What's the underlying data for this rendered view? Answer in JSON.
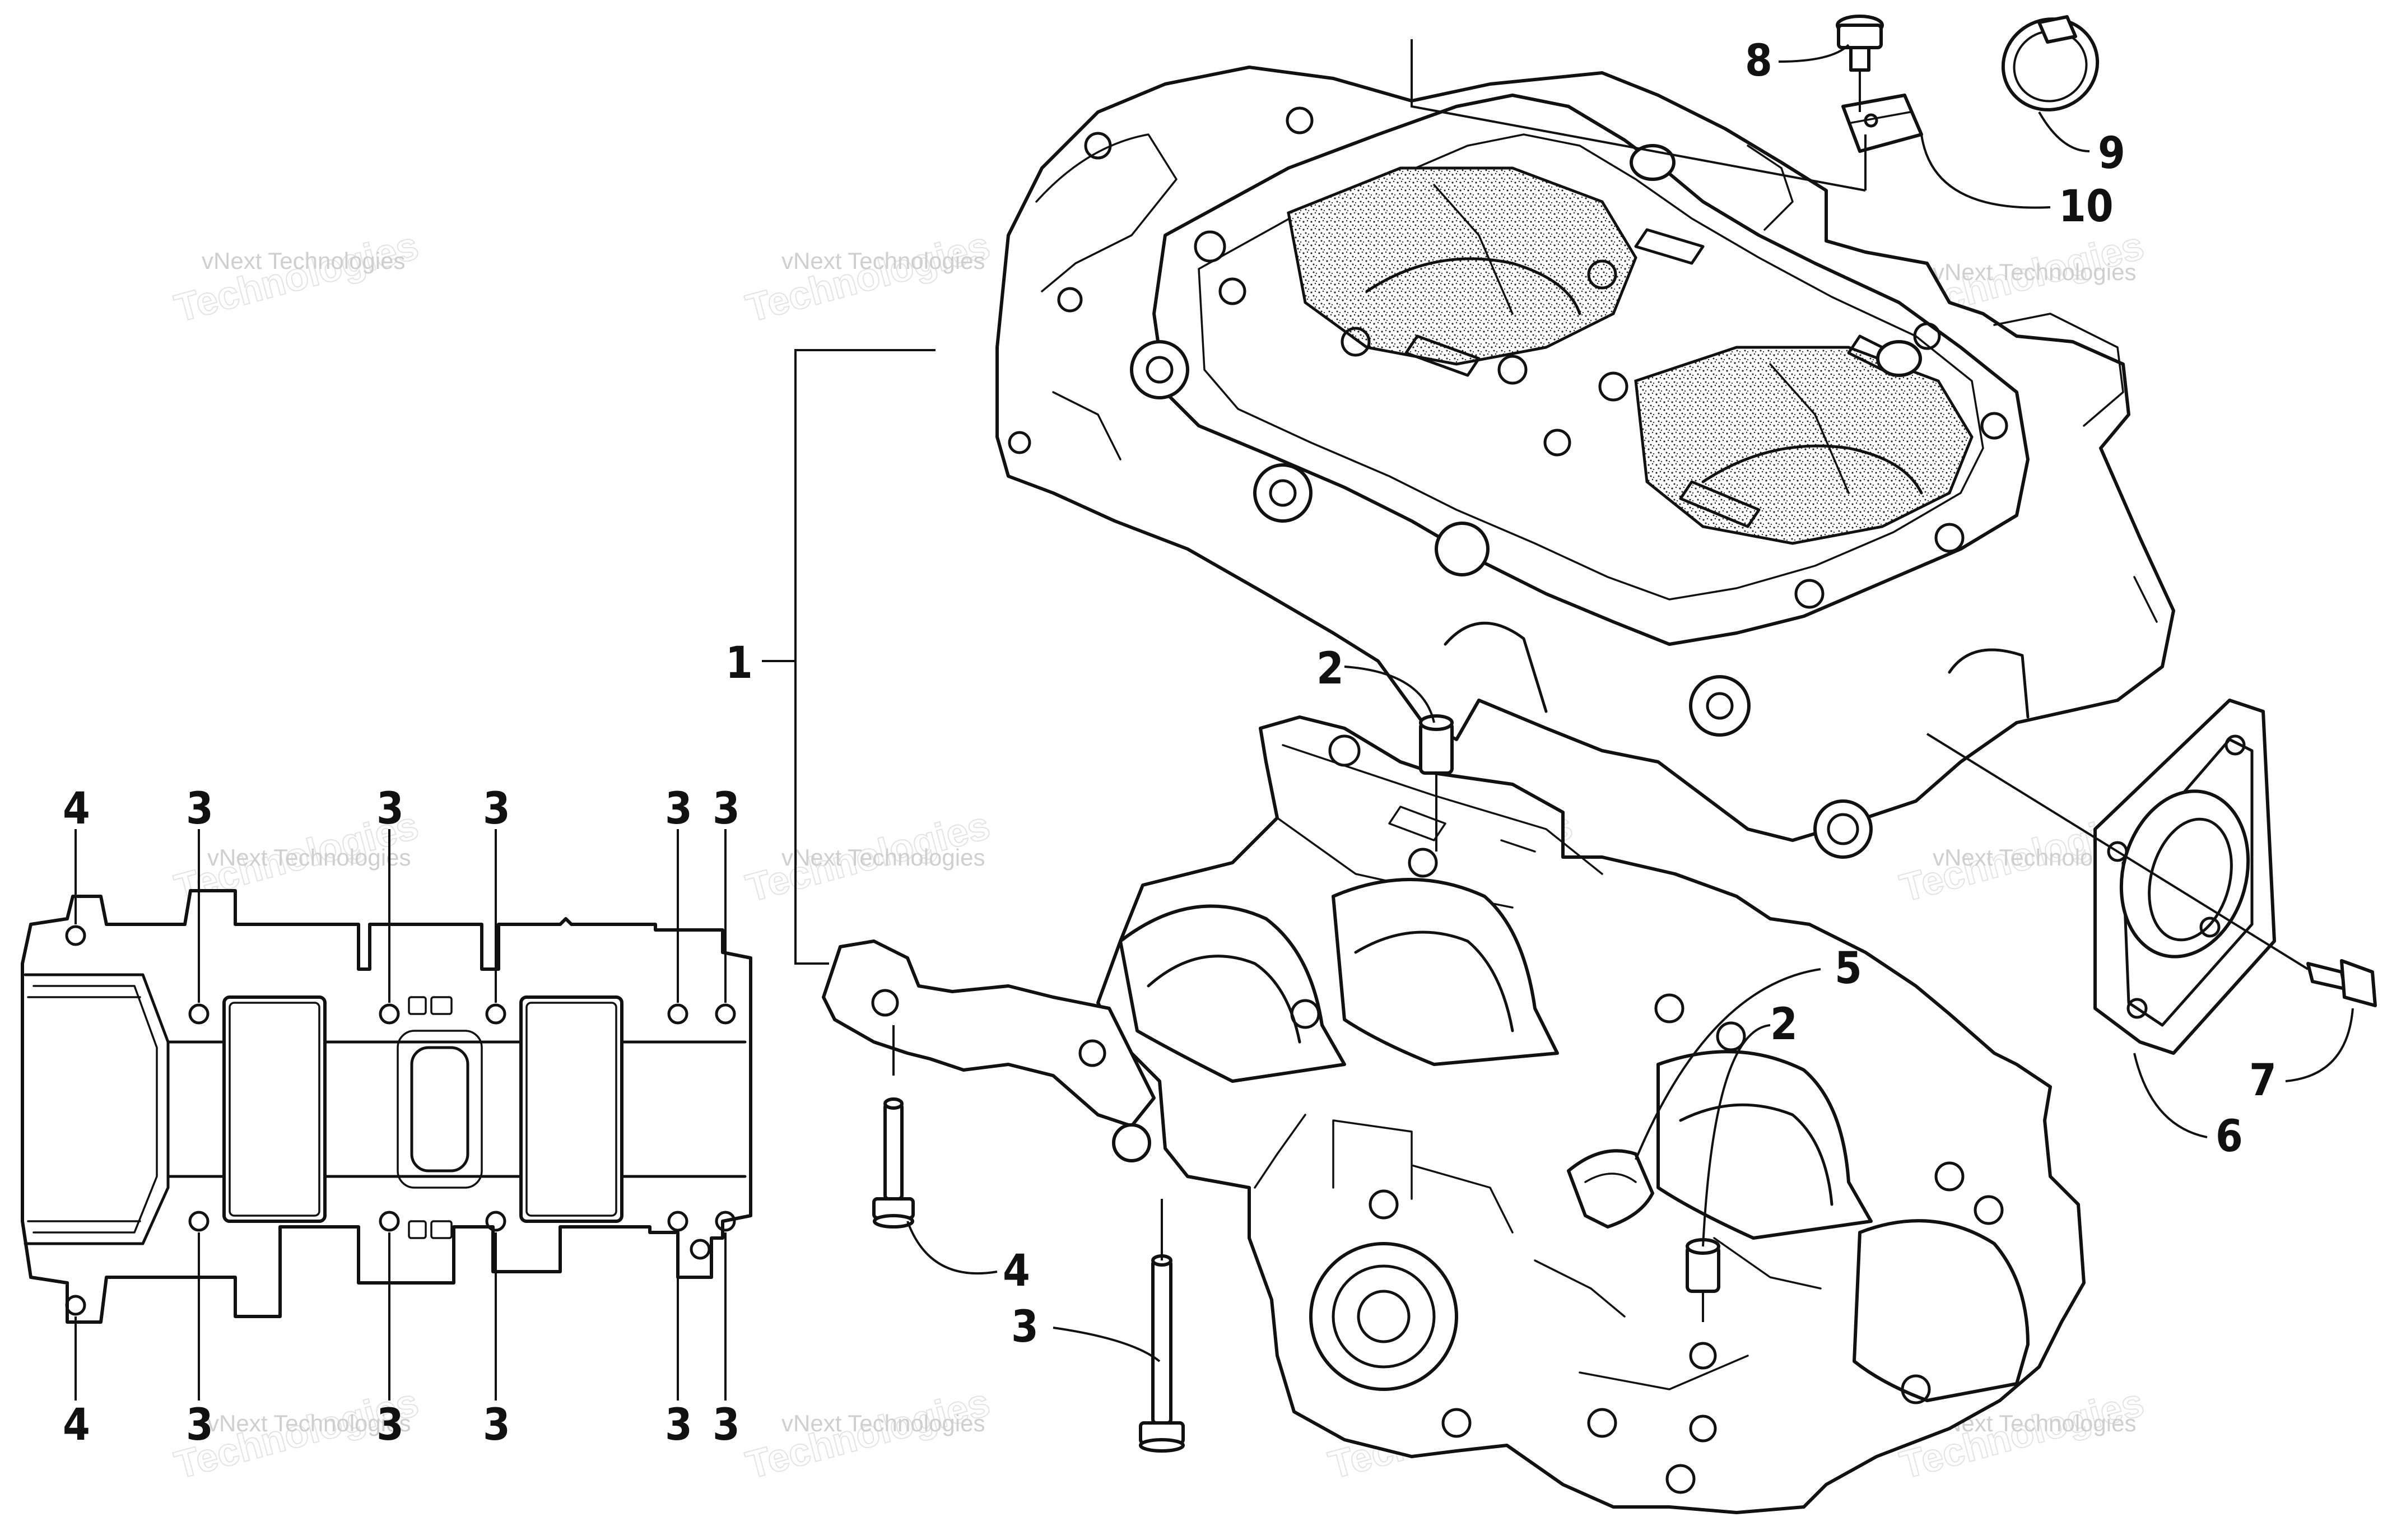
{
  "watermark": {
    "line1": "vNext Technologies",
    "line2": "vNext",
    "line3": "Technologies"
  },
  "callouts": {
    "crankcase_assembly": "1",
    "dowel_upper": "2",
    "dowel_lower": "2",
    "bolt_long": "3",
    "bolt_short": "4",
    "seal": "5",
    "bearing_plate": "6",
    "plate_screw": "7",
    "mount_bolt": "8",
    "hose_clamp": "9",
    "mount_bracket": "10",
    "view_top_left": "4",
    "view_top_3a": "3",
    "view_top_3b": "3",
    "view_top_3c": "3",
    "view_top_3d": "3",
    "view_top_3e": "3",
    "view_bot_left": "4",
    "view_bot_3a": "3",
    "view_bot_3b": "3",
    "view_bot_3c": "3",
    "view_bot_3d": "3",
    "view_bot_3e": "3"
  }
}
